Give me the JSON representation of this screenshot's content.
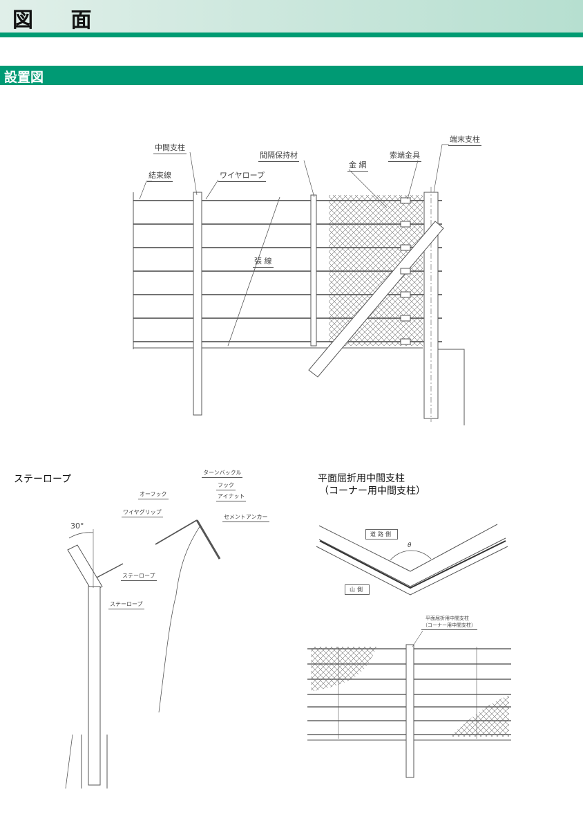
{
  "header": {
    "title": "図 面"
  },
  "section": {
    "title": "設置図"
  },
  "main_drawing": {
    "labels": {
      "middle_post": "中間支柱",
      "binding_wire": "結束線",
      "wire_rope": "ワイヤロープ",
      "spacer": "間隔保持材",
      "wire_mesh": "金 網",
      "rope_end_fitting": "索端金具",
      "end_post": "端末支柱",
      "tension_wire": "張 線"
    }
  },
  "stay_rope": {
    "title": "ステーロープ",
    "angle": "30°",
    "labels": {
      "turnbuckle": "ターンバックル",
      "o_hook": "オーフック",
      "hook": "フック",
      "eye_nut": "アイナット",
      "wire_grip": "ワイヤグリップ",
      "cement_anchor": "セメントアンカー",
      "stay_rope_1": "ステーロープ",
      "stay_rope_2": "ステーロープ"
    }
  },
  "corner_post": {
    "title_line1": "平面屈折用中間支柱",
    "title_line2": "（コーナー用中間支柱）",
    "road_side": "道路側",
    "mountain_side": "山側",
    "angle_symbol": "θ",
    "callout_line1": "平面屈折用中間支柱",
    "callout_line2": "（コーナー用中間支柱）"
  }
}
